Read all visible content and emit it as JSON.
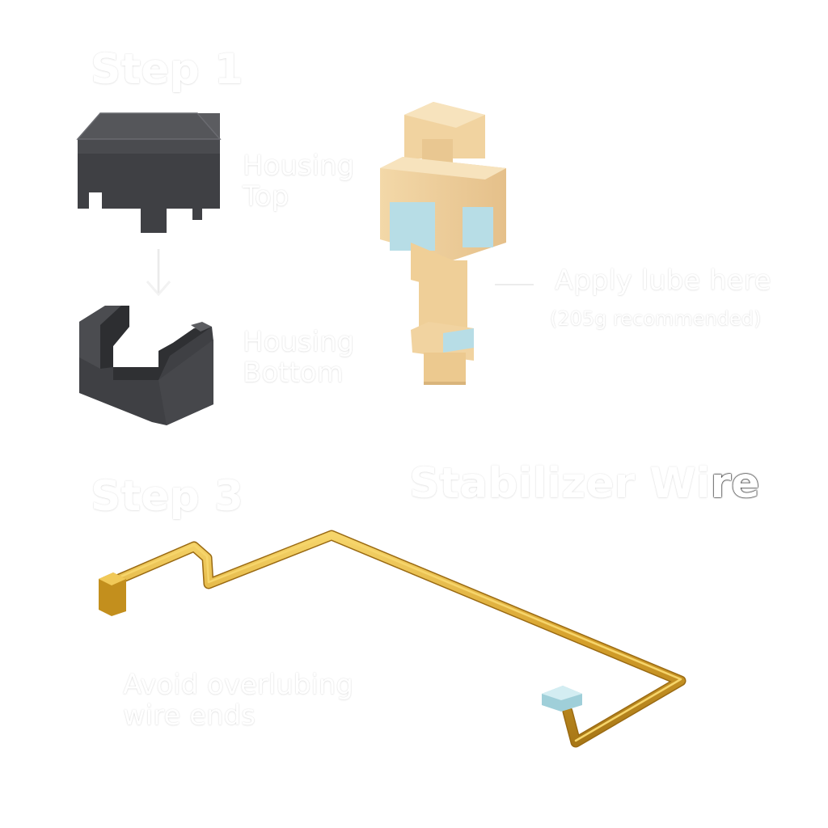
{
  "headings": {
    "step1": "Step 1",
    "step3": "Step 3",
    "wire_title_main": "Stabilizer Wi",
    "wire_title_tail": "re"
  },
  "labels": {
    "housing_top": "Housing\nTop",
    "housing_bottom": "Housing\nBottom",
    "apply_lube": "Apply lube here",
    "lube_note": "(205g recommended)",
    "overlube_warning": "Avoid overlubing\nwire ends"
  },
  "colors": {
    "housing": "#444549",
    "housing_top_face": "#545559",
    "stem": "#f1d3a0",
    "stem_shadow": "#dcb679",
    "lube_highlight": "#b7dde6",
    "wire_gold": "#d6a12c",
    "wire_highlight": "#f6d56b"
  },
  "icons": {
    "arrow": "arrow-down-icon"
  }
}
